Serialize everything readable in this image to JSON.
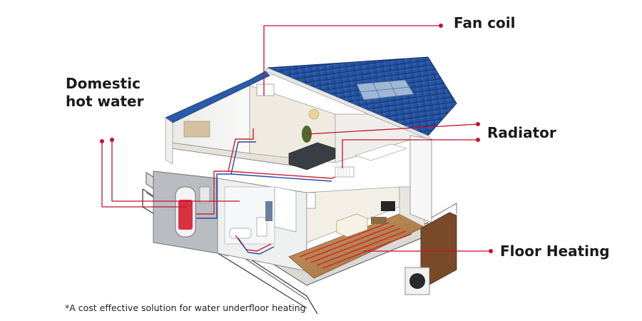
{
  "labels": {
    "fan_coil": "Fan coil",
    "radiator": "Radiator",
    "floor_heating": "Floor Heating",
    "domestic_hot_water_line1": "Domestic",
    "domestic_hot_water_line2": "hot water"
  },
  "footnote": "*A cost effective solution for water underfloor heating",
  "colors": {
    "leader": "#c8102e",
    "roof": "#1f4e9c",
    "wall": "#f2f2f0",
    "floor_wood": "#b9874f",
    "pipe_hot": "#d0202e",
    "pipe_cold": "#2a46a8"
  }
}
